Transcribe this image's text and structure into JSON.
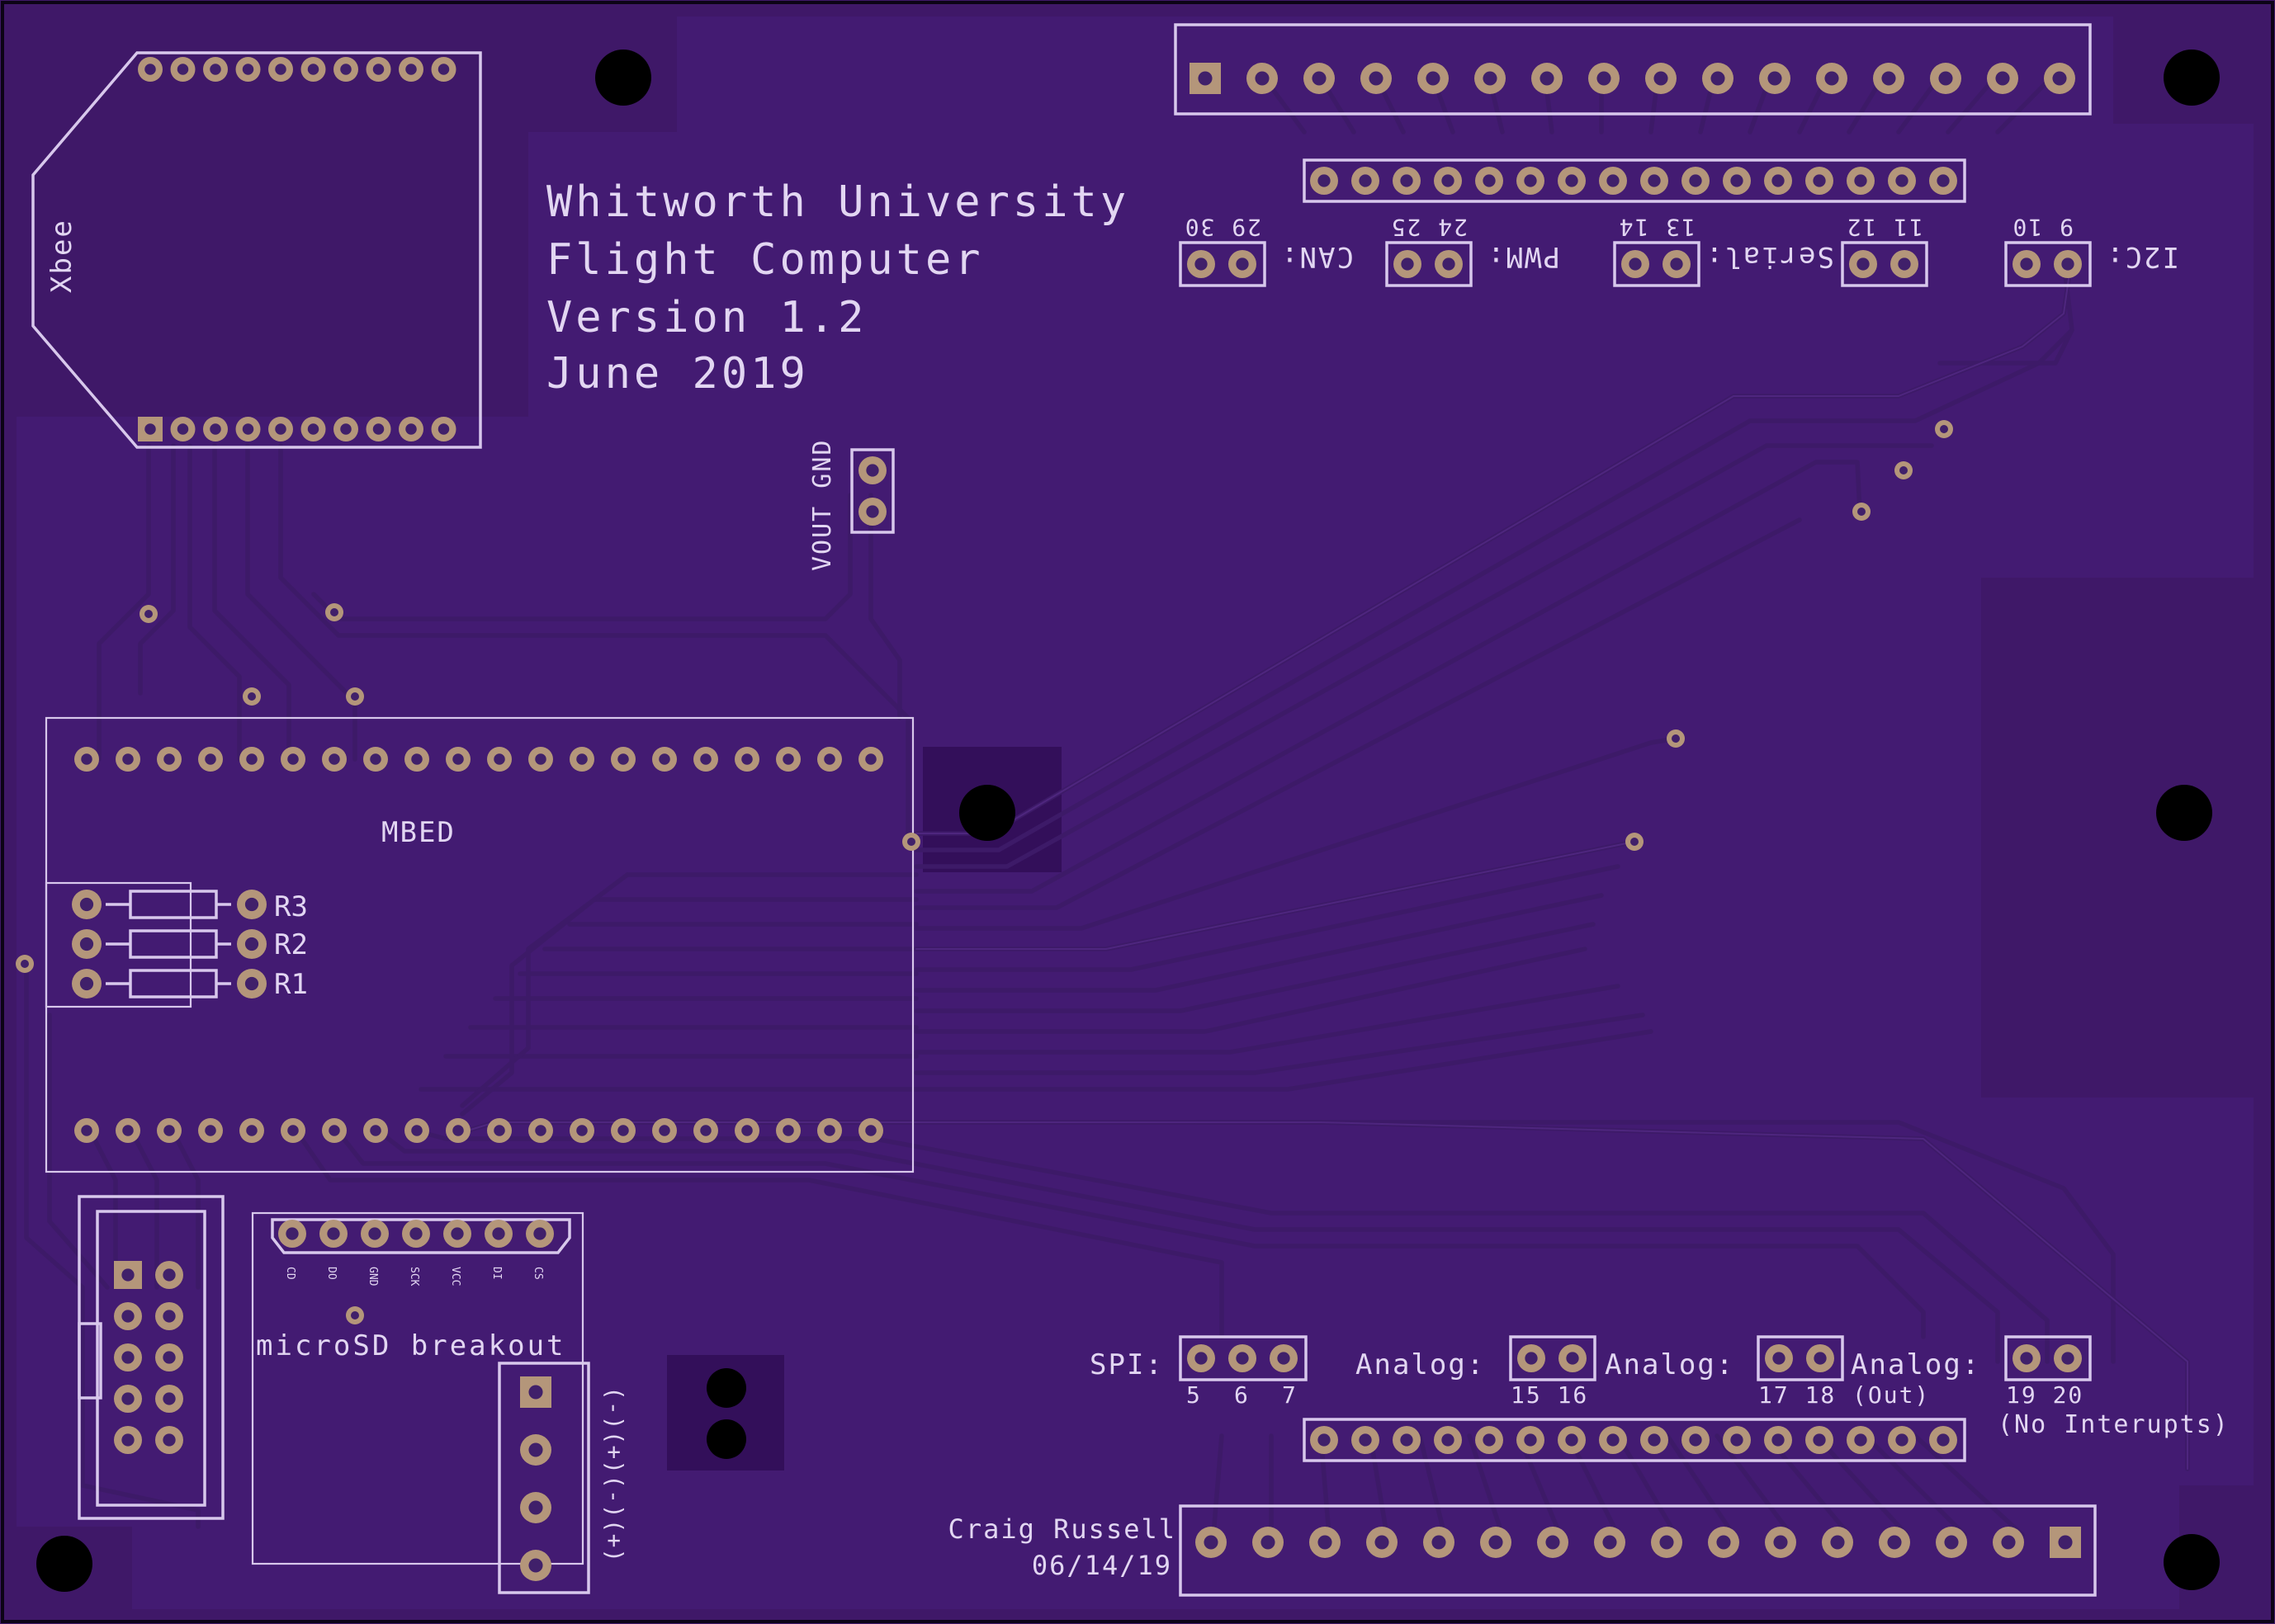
{
  "board": {
    "colors": {
      "substrate": "#3f1868",
      "fill": "#431b72",
      "plane": "#330f5a",
      "pad": "#b4967a",
      "hole": "#40206a",
      "silk": "#d8c8ec",
      "mount": "#000000"
    },
    "title_lines": [
      "Whitworth University",
      "Flight Computer",
      "Version 1.2",
      "June 2019"
    ],
    "author": "Craig Russell",
    "author_date": "06/14/19"
  },
  "labels": {
    "xbee": "Xbee",
    "mbed": "MBED",
    "r1": "R1",
    "r2": "R2",
    "r3": "R3",
    "vout_gnd": "VOUT GND",
    "can": "CAN:",
    "can_pins": "29 30",
    "pwm": "PWM:",
    "pwm_pins": "24 25",
    "serial": "Serial:",
    "serial_pins_a": "13 14",
    "serial_pins_b": "11 12",
    "i2c": "I2C:",
    "i2c_pins": "9 10",
    "spi": "SPI:",
    "spi_pin_5": "5",
    "spi_pin_6": "6",
    "spi_pin_7": "7",
    "analog_1": "Analog:",
    "analog_1_pins": "15 16",
    "analog_2": "Analog:",
    "analog_2_pins": "17 18",
    "analog_2_note": "(Out)",
    "analog_3": "Analog:",
    "analog_3_pins": "19 20",
    "analog_3_note": "(No Interupts)",
    "microsd": "microSD breakout",
    "sd_pins": [
      "CD",
      "DO",
      "GND",
      "SCK",
      "VCC",
      "DI",
      "CS"
    ],
    "power_marks": "(-)(+)(-)(+)"
  }
}
